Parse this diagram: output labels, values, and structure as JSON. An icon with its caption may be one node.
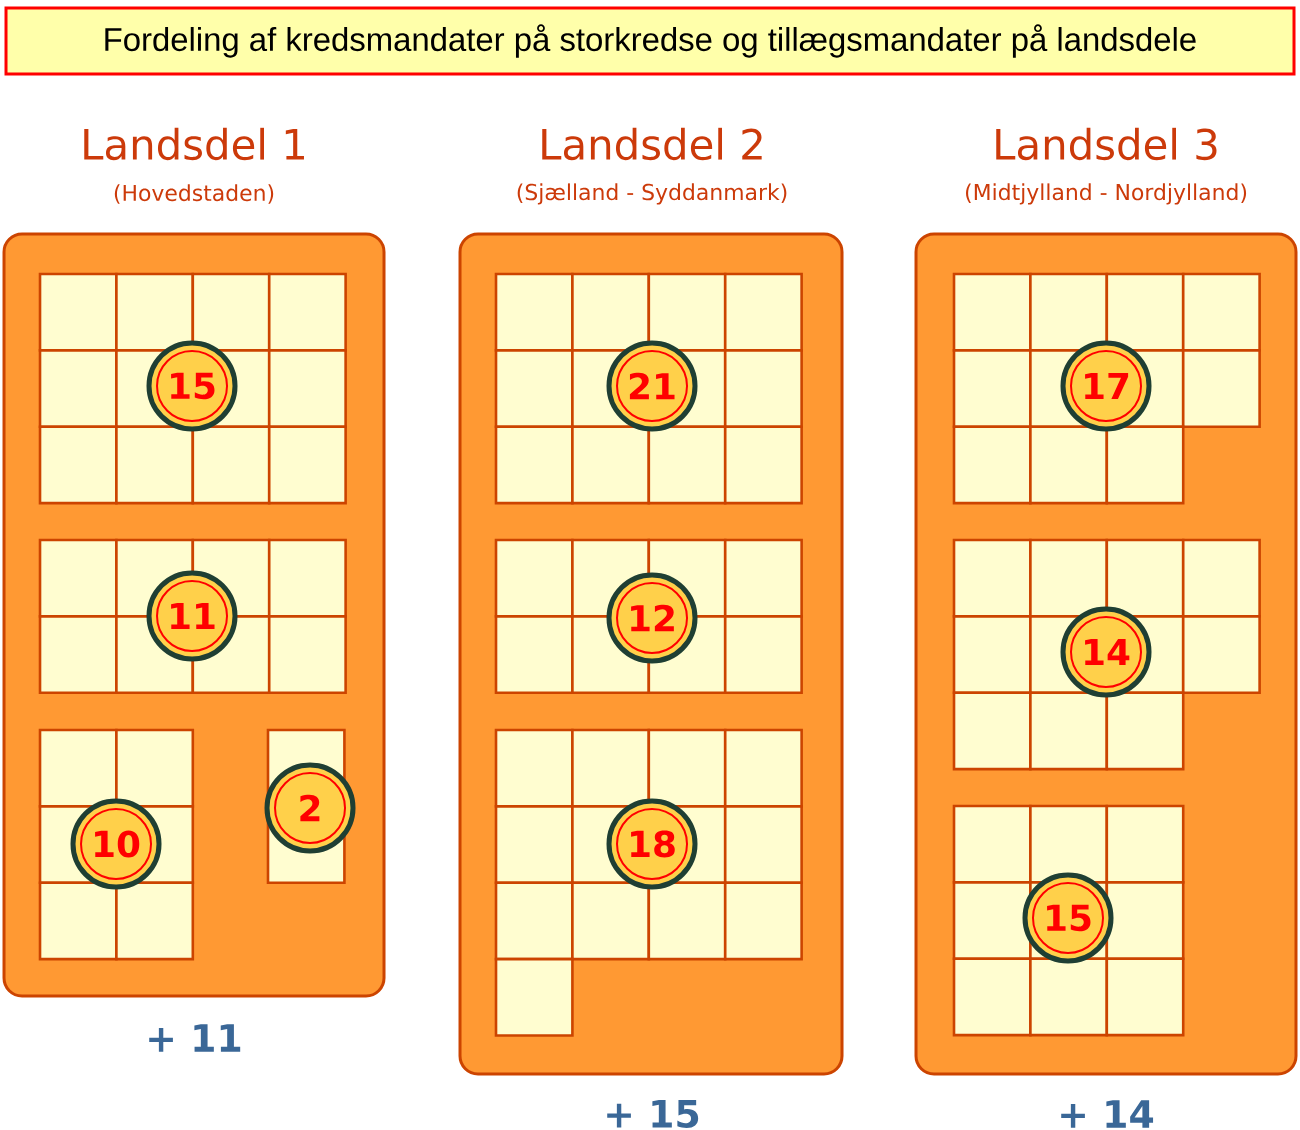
{
  "diagram": {
    "title": "Fordeling af kredsmandater på storkredse og tillægsmandater på landsdele",
    "nodes": [
      {
        "text": [
          "Landsdel 1",
          "(Hovedstaden)"
        ],
        "beside": [
          "+ 11"
        ]
      },
      {
        "text": [
          "15"
        ],
        "in": 0
      },
      {
        "text": [
          "11"
        ],
        "in": 0
      },
      {
        "text": [
          "10"
        ],
        "in": 0
      },
      {
        "text": [
          "2"
        ],
        "in": 0
      },
      {
        "text": [
          "Landsdel 2",
          "(Sjælland - Syddanmark)"
        ],
        "beside": [
          "+ 15"
        ]
      },
      {
        "text": [
          "21"
        ],
        "in": 5
      },
      {
        "text": [
          "12"
        ],
        "in": 5
      },
      {
        "text": [
          "18"
        ],
        "in": 5
      },
      {
        "text": [
          "Landsdel 3",
          "(Midtjylland - Nordjylland)"
        ],
        "beside": [
          "+ 14"
        ]
      },
      {
        "text": [
          "17"
        ],
        "in": 9
      },
      {
        "text": [
          "14"
        ],
        "in": 9
      },
      {
        "text": [
          "15"
        ],
        "in": 9
      }
    ]
  }
}
